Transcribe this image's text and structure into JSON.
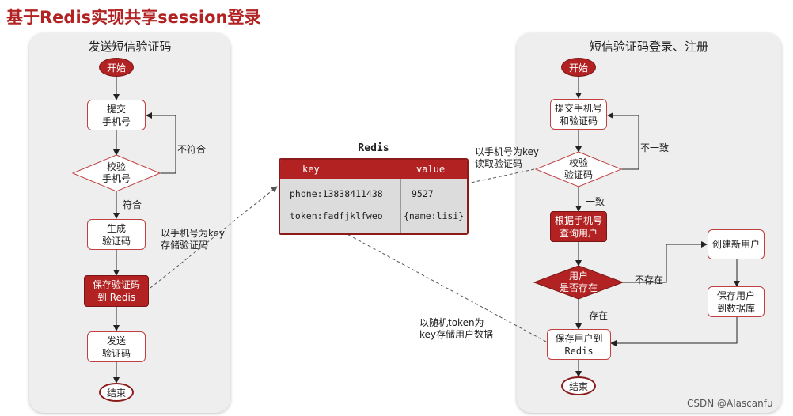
{
  "page_title": "基于Redis实现共享session登录",
  "left": {
    "title": "发送短信验证码",
    "start": "开始",
    "submit_phone": [
      "提交",
      "手机号"
    ],
    "verify": [
      "校验",
      "手机号"
    ],
    "mismatch": "不符合",
    "match": "符合",
    "generate": [
      "生成",
      "验证码"
    ],
    "save": [
      "保存验证码",
      "到 Redis"
    ],
    "send": [
      "发送",
      "验证码"
    ],
    "end": "结束"
  },
  "store_note": [
    "以手机号为key",
    "存储验证码"
  ],
  "redis": {
    "title": "Redis",
    "headers": [
      "key",
      "value"
    ],
    "rows": [
      [
        "phone:13838411438",
        "9527"
      ],
      [
        "token:fadfjklfweo",
        "{name:lisi}"
      ]
    ]
  },
  "read_note": [
    "以手机号为key",
    "读取验证码"
  ],
  "token_note": [
    "以随机token为",
    "key存储用户数据"
  ],
  "right": {
    "title": "短信验证码登录、注册",
    "start": "开始",
    "submit": [
      "提交手机号",
      "和验证码"
    ],
    "verify": [
      "校验",
      "验证码"
    ],
    "mismatch": "不一致",
    "match": "一致",
    "query": [
      "根据手机号",
      "查询用户"
    ],
    "exists_q": [
      "用户",
      "是否存在"
    ],
    "not_exists": "不存在",
    "exists": "存在",
    "create": "创建新用户",
    "save_db": [
      "保存用户",
      "到数据库"
    ],
    "save_redis": [
      "保存用户到",
      "Redis"
    ],
    "end": "结束"
  },
  "watermark": "CSDN @Alascanfu",
  "colors": {
    "accent": "#b22222",
    "panel": "#eeeeee",
    "redis_body": "#dcdcdc"
  }
}
